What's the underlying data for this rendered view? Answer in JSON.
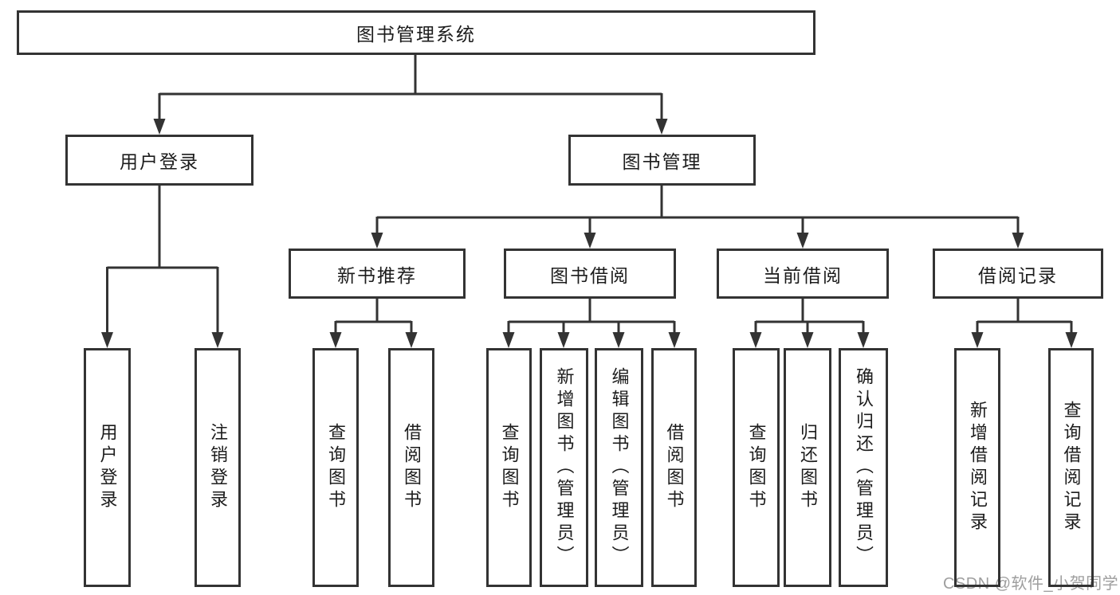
{
  "diagram_title": "图书管理系统",
  "tree": {
    "root": {
      "label": "图书管理系统"
    },
    "children": [
      {
        "label": "用户登录",
        "children": [
          {
            "label": "用户登录"
          },
          {
            "label": "注销登录"
          }
        ]
      },
      {
        "label": "图书管理",
        "children": [
          {
            "label": "新书推荐",
            "children": [
              {
                "label": "查询图书"
              },
              {
                "label": "借阅图书"
              }
            ]
          },
          {
            "label": "图书借阅",
            "children": [
              {
                "label": "查询图书"
              },
              {
                "label": "新增图书（管理员）"
              },
              {
                "label": "编辑图书（管理员）"
              },
              {
                "label": "借阅图书"
              }
            ]
          },
          {
            "label": "当前借阅",
            "children": [
              {
                "label": "查询图书"
              },
              {
                "label": "归还图书"
              },
              {
                "label": "确认归还（管理员）"
              }
            ]
          },
          {
            "label": "借阅记录",
            "children": [
              {
                "label": "新增借阅记录"
              },
              {
                "label": "查询借阅记录"
              }
            ]
          }
        ]
      }
    ]
  },
  "watermark": "CSDN @软件_小贺同学",
  "colors": {
    "line": "#333333",
    "box_border": "#333333",
    "text": "#1c1c1c",
    "watermark": "#9e9e9e",
    "background": "#ffffff"
  }
}
